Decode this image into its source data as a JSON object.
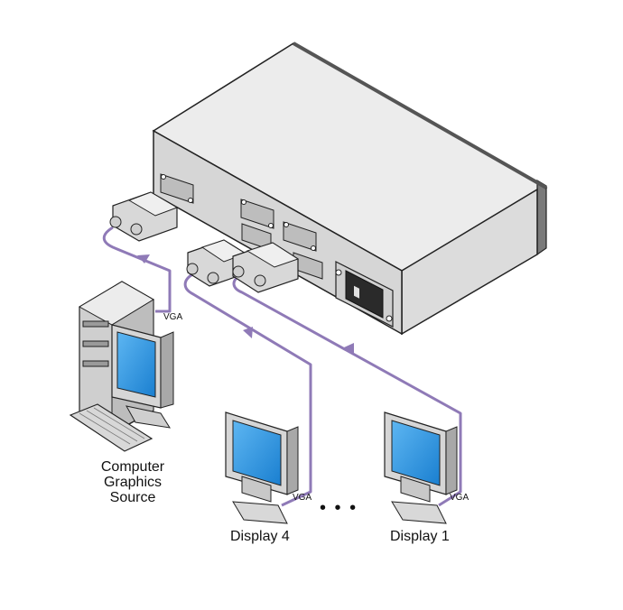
{
  "labels": {
    "source_line1": "Computer",
    "source_line2": "Graphics",
    "source_line3": "Source",
    "display4": "Display 4",
    "display1": "Display 1",
    "vga_source": "VGA",
    "vga_display4": "VGA",
    "vga_display1": "VGA",
    "ellipsis": "• • •"
  },
  "colors": {
    "cable": "#8f7ab7",
    "device_top": "#ececec",
    "device_side": "#d4d4d4",
    "screen": "#1f8ee0",
    "outline": "#222222"
  }
}
